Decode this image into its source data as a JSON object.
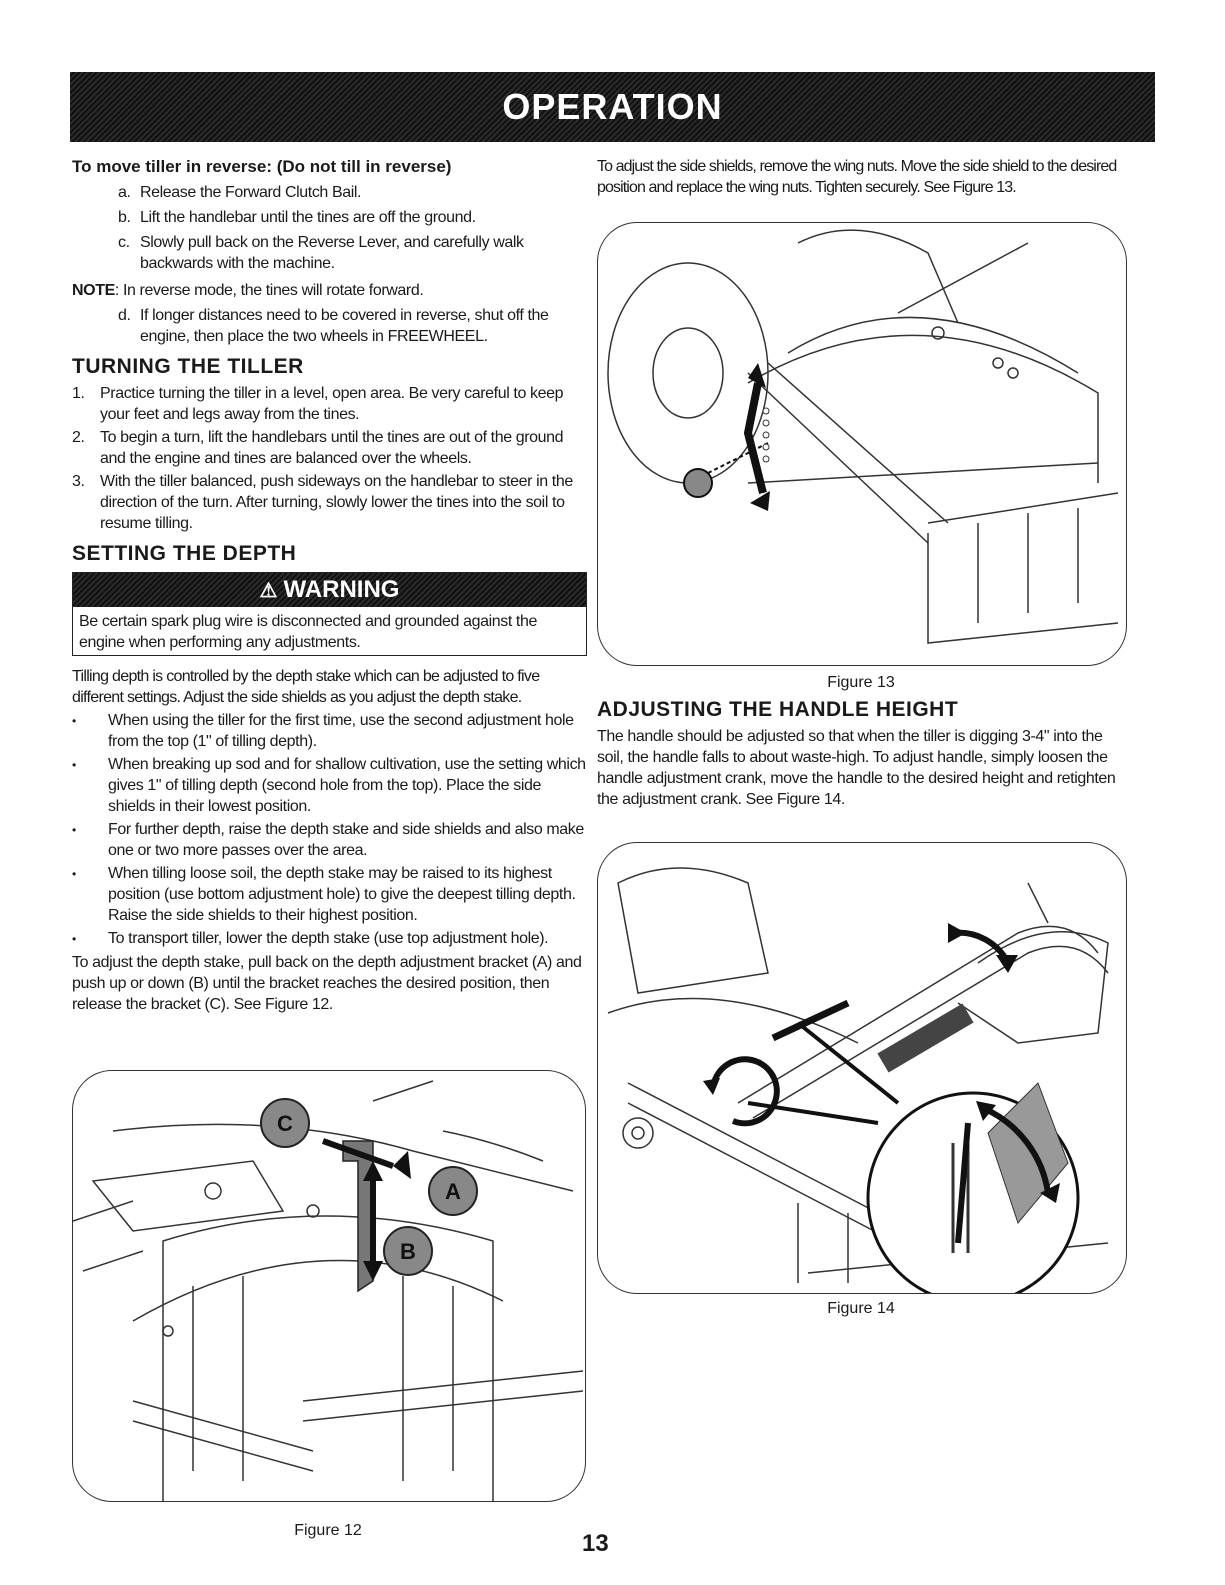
{
  "header": {
    "title": "OPERATION"
  },
  "reverse": {
    "heading": "To move tiller in reverse: (Do not till in reverse)",
    "steps": [
      {
        "marker": "a.",
        "text": "Release the Forward Clutch Bail."
      },
      {
        "marker": "b.",
        "text": "Lift the handlebar until the tines are off the ground."
      },
      {
        "marker": "c.",
        "text": "Slowly pull back on the Reverse Lever, and carefully walk backwards with the machine."
      }
    ],
    "note_label": "NOTE",
    "note_text": ": In reverse mode, the tines will rotate forward.",
    "step_d": {
      "marker": "d.",
      "text": "If longer distances need to be covered in reverse, shut off the engine, then place the two wheels in FREEWHEEL."
    }
  },
  "turning": {
    "heading": "TURNING THE TILLER",
    "steps": [
      {
        "marker": "1.",
        "text": "Practice turning the tiller in a level, open area. Be very careful to keep your feet and legs away from the tines."
      },
      {
        "marker": "2.",
        "text": "To begin a turn, lift the handlebars until the tines are out of the ground and the engine and tines are balanced over the wheels."
      },
      {
        "marker": "3.",
        "text": "With the tiller balanced, push sideways on the handlebar to steer in the direction of the turn. After turning, slowly lower the tines into the soil to resume tilling."
      }
    ]
  },
  "depth": {
    "heading": "SETTING THE DEPTH",
    "warning_title": "WARNING",
    "warning_text": "Be certain spark plug wire is disconnected and grounded against the engine when performing any adjustments.",
    "intro": "Tilling depth is controlled by the depth stake which can be adjusted to five different settings. Adjust the side shields as you adjust the depth stake.",
    "bullets": [
      "When using the tiller for the first time, use the second adjustment hole from the top (1\" of tilling depth).",
      "When breaking up sod and for shallow cultivation, use the setting which gives 1\" of tilling depth (second hole from the top). Place the side shields in their lowest position.",
      "For further depth, raise the depth stake and side shields and also make one or two more passes over the area.",
      "When tilling loose soil, the depth stake may be raised to its highest position (use bottom adjustment hole) to give the deepest tilling depth. Raise the side shields to their highest position.",
      "To transport tiller, lower the depth stake (use top adjustment hole)."
    ],
    "closing": "To adjust the depth stake, pull back on the depth adjustment bracket (A) and push up or down (B) until the bracket reaches the desired position, then release the bracket (C). See Figure 12."
  },
  "shields": {
    "text": "To adjust the side shields, remove the wing nuts. Move the side shield to the desired position and replace the wing nuts. Tighten securely. See Figure 13."
  },
  "handle": {
    "heading": "ADJUSTING THE HANDLE HEIGHT",
    "text": "The handle should be adjusted so that when the tiller is digging 3-4\" into the soil, the handle falls to about waste-high. To adjust handle, simply loosen the handle adjustment crank, move the handle to the desired height and retighten the adjustment crank. See Figure 14."
  },
  "figures": {
    "fig12": {
      "caption": "Figure 12",
      "labels": {
        "a": "A",
        "b": "B",
        "c": "C"
      }
    },
    "fig13": {
      "caption": "Figure 13"
    },
    "fig14": {
      "caption": "Figure 14"
    }
  },
  "page_number": "13"
}
